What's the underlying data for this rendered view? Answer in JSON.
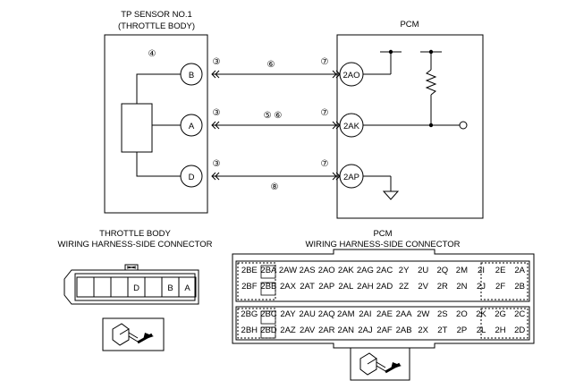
{
  "sensor": {
    "title_line1": "TP SENSOR NO.1",
    "title_line2": "(THROTTLE BODY)",
    "note": "④",
    "pins": [
      "B",
      "A",
      "D"
    ]
  },
  "pcm": {
    "title": "PCM",
    "pins": [
      "2AO",
      "2AK",
      "2AP"
    ]
  },
  "wires": {
    "sensor_side_notes": [
      "③",
      "③",
      "③"
    ],
    "pcm_side_notes": [
      "⑦",
      "⑦",
      "⑦"
    ],
    "mid_notes": [
      "⑥",
      "⑤ ⑥",
      "⑧"
    ]
  },
  "throttle_connector": {
    "title_line1": "THROTTLE BODY",
    "title_line2": "WIRING HARNESS-SIDE CONNECTOR",
    "cells": [
      "",
      "",
      "",
      "D",
      "",
      "B",
      "A"
    ]
  },
  "pcm_connector": {
    "title_line1": "PCM",
    "title_line2": "WIRING HARNESS-SIDE CONNECTOR",
    "rows": [
      [
        "2BE",
        "2BA",
        "2AW",
        "2AS",
        "2AO",
        "2AK",
        "2AG",
        "2AC",
        "2Y",
        "2U",
        "2Q",
        "2M",
        "2I",
        "2E",
        "2A"
      ],
      [
        "2BF",
        "2BB",
        "2AX",
        "2AT",
        "2AP",
        "2AL",
        "2AH",
        "2AD",
        "2Z",
        "2V",
        "2R",
        "2N",
        "2J",
        "2F",
        "2B"
      ],
      [
        "2BG",
        "2BC",
        "2AY",
        "2AU",
        "2AQ",
        "2AM",
        "2AI",
        "2AE",
        "2AA",
        "2W",
        "2S",
        "2O",
        "2K",
        "2G",
        "2C"
      ],
      [
        "2BH",
        "2BD",
        "2AZ",
        "2AV",
        "2AR",
        "2AN",
        "2AJ",
        "2AF",
        "2AB",
        "2X",
        "2T",
        "2P",
        "2L",
        "2H",
        "2D"
      ]
    ]
  }
}
